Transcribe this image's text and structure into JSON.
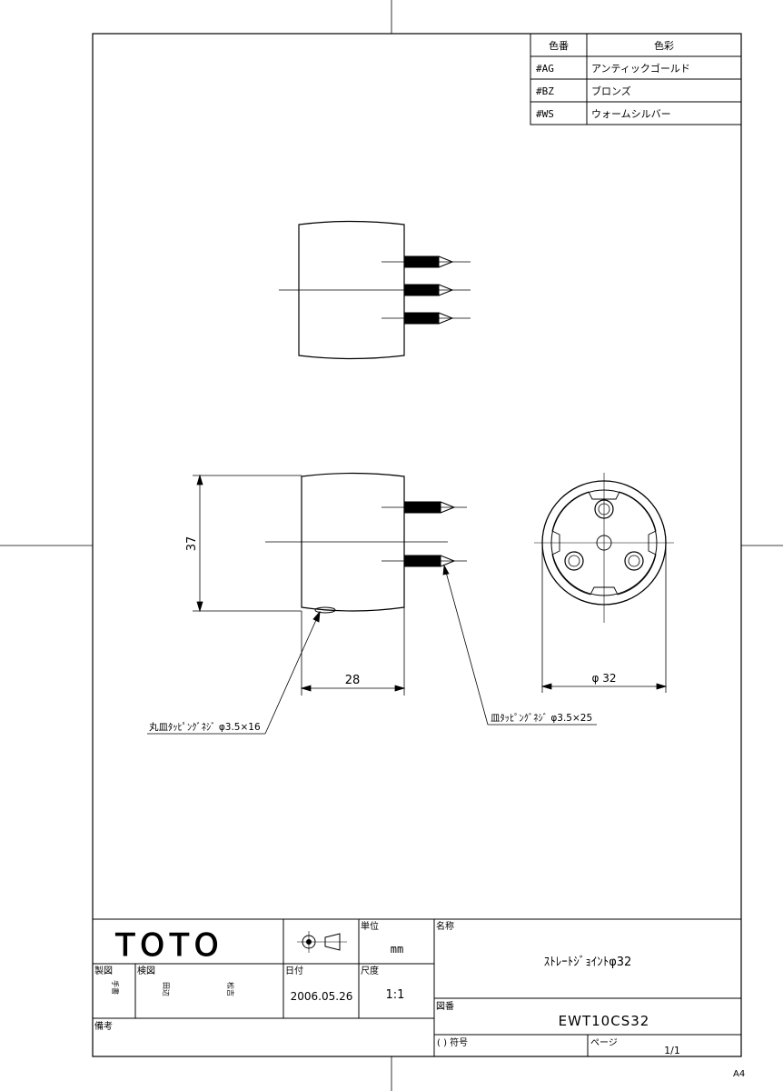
{
  "color_table": {
    "header_code": "色番",
    "header_name": "色彩",
    "rows": [
      {
        "code": "#AG",
        "name": "アンティックゴールド"
      },
      {
        "code": "#BZ",
        "name": "ブロンズ"
      },
      {
        "code": "#WS",
        "name": "ウォームシルバー"
      }
    ]
  },
  "dimensions": {
    "height": "37",
    "width": "28",
    "diameter": "φ 32"
  },
  "callouts": {
    "screw_small": "丸皿ﾀｯﾋﾟﾝｸﾞﾈｼﾞ φ3.5×16",
    "screw_large": "皿ﾀｯﾋﾟﾝｸﾞﾈｼﾞ φ3.5×25"
  },
  "title_block": {
    "brand": "TOTO",
    "unit_label": "単位",
    "unit_value": "mm",
    "name_label": "名称",
    "name_value": "ｽﾄﾚｰﾄｼﾞｮｲﾝﾄφ32",
    "made_label": "製図",
    "made_sub": "手書",
    "check_label": "検図",
    "check_sub1": "田辺",
    "check_sub2": "松吉",
    "date_label": "日付",
    "date_value": "2006.05.26",
    "scale_label": "尺度",
    "scale_value": "1:1",
    "drawing_no_label": "図番",
    "drawing_no_value": "EWT10CS32",
    "remarks_label": "備考",
    "symbol_label": "( ) 符号",
    "page_label": "ページ",
    "page_value": "1/1"
  },
  "sheet_size": "A4"
}
